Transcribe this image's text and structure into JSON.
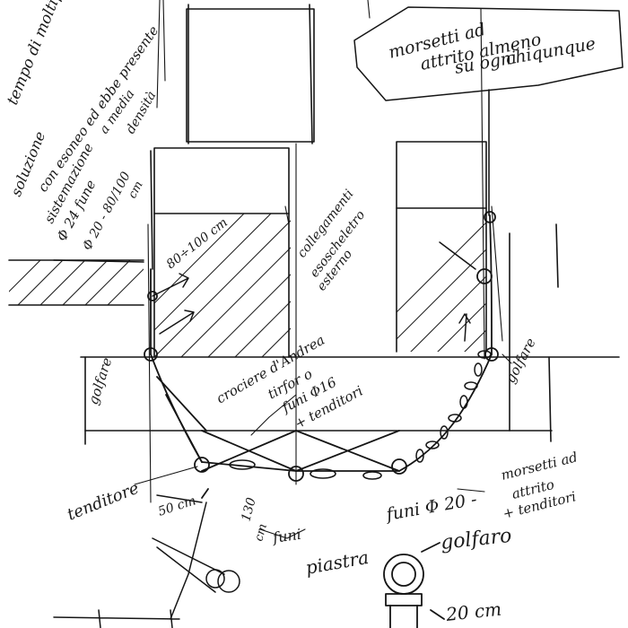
{
  "colors": {
    "ink": "#151515",
    "paper": "#ffffff"
  },
  "labels": {
    "top_left_1": "tempo di moltiplic",
    "top_left_2": "soluzione",
    "top_left_3": "con esoneo ed ebbe presente",
    "top_left_4": "a media",
    "top_left_5": "densità",
    "top_right_1": "morsetti ad",
    "top_right_2": "attrito almeno",
    "top_right_3": "su ogni",
    "top_right_4": "chiqunque",
    "left_mid_1": "sistemazione",
    "left_mid_2": "Φ 24 fune",
    "left_mid_3": "Φ 20 - 80/100",
    "left_mid_4": "cm",
    "dim_80_100": "80÷100 cm",
    "center_1": "collegamenti",
    "center_2": "esoscheletro",
    "center_3": "esterno",
    "golfare_left": "golfare",
    "golfare_right": "golfare",
    "center_4": "crociere d'Andrea",
    "center_5": "tirfor o",
    "center_6": "funi Φ16",
    "center_7": "+ tenditori",
    "tenditore": "tenditore",
    "dim_50cm": "50 cm",
    "dim_130": "130",
    "dim_130b": "cm",
    "funi_label": "funi",
    "funi_phi": "funi Φ 20 -",
    "morsetti_2": "morsetti ad",
    "morsetti_3": "attrito",
    "morsetti_4": "+ tenditori",
    "piastra": "piastra",
    "golfaro_bottom": "golfaro",
    "dim_20cm": "20 cm"
  }
}
